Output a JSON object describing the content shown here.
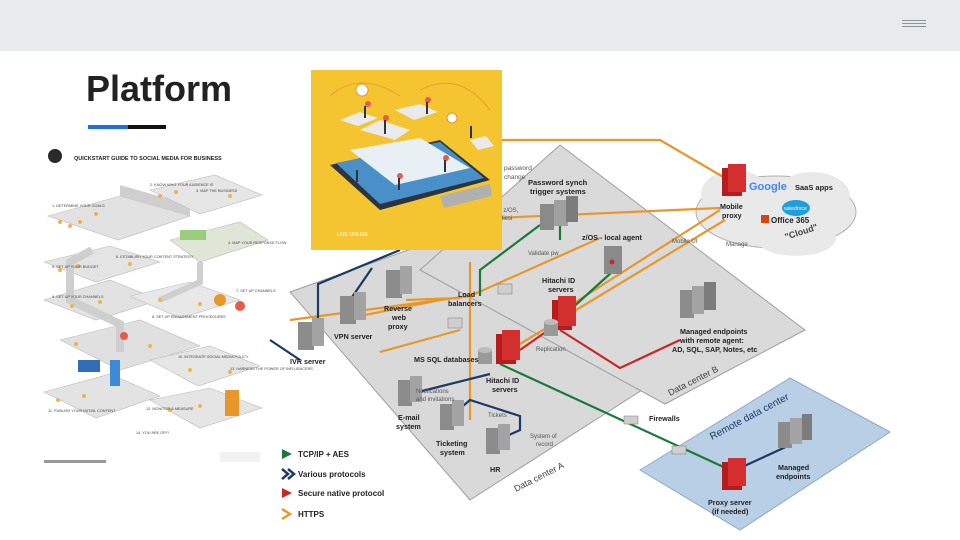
{
  "slide": {
    "title": "Platform"
  },
  "colors": {
    "accent_blue": "#1e6ee8",
    "accent_black": "#111111",
    "tcp_green": "#1a7a3a",
    "various_navy": "#1c3a66",
    "secure_red": "#c62828",
    "https_orange": "#e8972b",
    "remote_dc_blue": "#b9cfe6",
    "poster_yellow": "#f5c431"
  },
  "poster": {
    "title": "QUICKSTART GUIDE TO SOCIAL MEDIA FOR BUSINESS",
    "steps": [
      "1. DETERMINE YOUR GOALS",
      "2. KNOW WHO YOUR AUDIENCE IS",
      "3. MAP THE BUSINESS",
      "4. MAP YOUR RESPONSE FLOW",
      "5. SET UP YOUR BUDGET",
      "6. ESTABLISH YOUR CONTENT STRATEGY",
      "7. SET UP CHANNELS",
      "8. SET UP ENGAGEMENT PROCEDURES",
      "9. SET UP YOUR CHANNELS",
      "10. INTEGRATE SOCIAL MEDIA POLICY",
      "11. PUBLISH YOUR INITIAL CONTENT",
      "12. MONITOR & MEASURE",
      "13. HARNESS THE POWER OF INFLUENCERS",
      "14. YOU ARE OFF!"
    ]
  },
  "illustration": {
    "caption": "LIVE ONLINE",
    "icon": "smartphone-world-map-icon"
  },
  "diagram": {
    "labels": {
      "password_synch": "Password synch\ntrigger systems",
      "password_word": "password",
      "exchange": "change",
      "zos_list": "x, z/OS,\ndiesi",
      "validate": "Validate pw",
      "zos_agent": "z/OS - local agent",
      "hitachi_b": "Hitachi ID\nservers",
      "load_balancers": "Load\nbalancers",
      "reverse_proxy": "Reverse\nweb\nproxy",
      "vpn": "VPN server",
      "ivr": "IVR server",
      "ms_sql": "MS SQL databases",
      "replication": "Replication",
      "hitachi_a": "Hitachi ID\nservers",
      "notifications": "Notifications\nand invitations",
      "email": "E-mail\nsystem",
      "tickets": "Tickets",
      "ticketing": "Ticketing\nsystem",
      "hr": "HR",
      "system_of_record": "System of\nrecord",
      "dc_a": "Data center A",
      "dc_b": "Data center B",
      "managed_remote": "Managed endpoints\nwith remote agent:\nAD, SQL, SAP, Notes, etc",
      "mobile_proxy": "Mobile\nproxy",
      "mobile_ui": "Mobile UI",
      "manage": "Manage",
      "google": "Google",
      "saas": "SaaS apps",
      "salesforce": "salesforce",
      "office": "Office 365",
      "cloud": "\"Cloud\"",
      "firewalls": "Firewalls",
      "remote_dc": "Remote data center",
      "managed_endpoints": "Managed\nendpoints",
      "proxy_server": "Proxy server\n(if needed)"
    },
    "legend": [
      {
        "label": "TCP/IP + AES",
        "color": "#1a7a3a"
      },
      {
        "label": "Various protocols",
        "color": "#1c3a66"
      },
      {
        "label": "Secure native protocol",
        "color": "#c62828"
      },
      {
        "label": "HTTPS",
        "color": "#e8972b"
      }
    ]
  }
}
